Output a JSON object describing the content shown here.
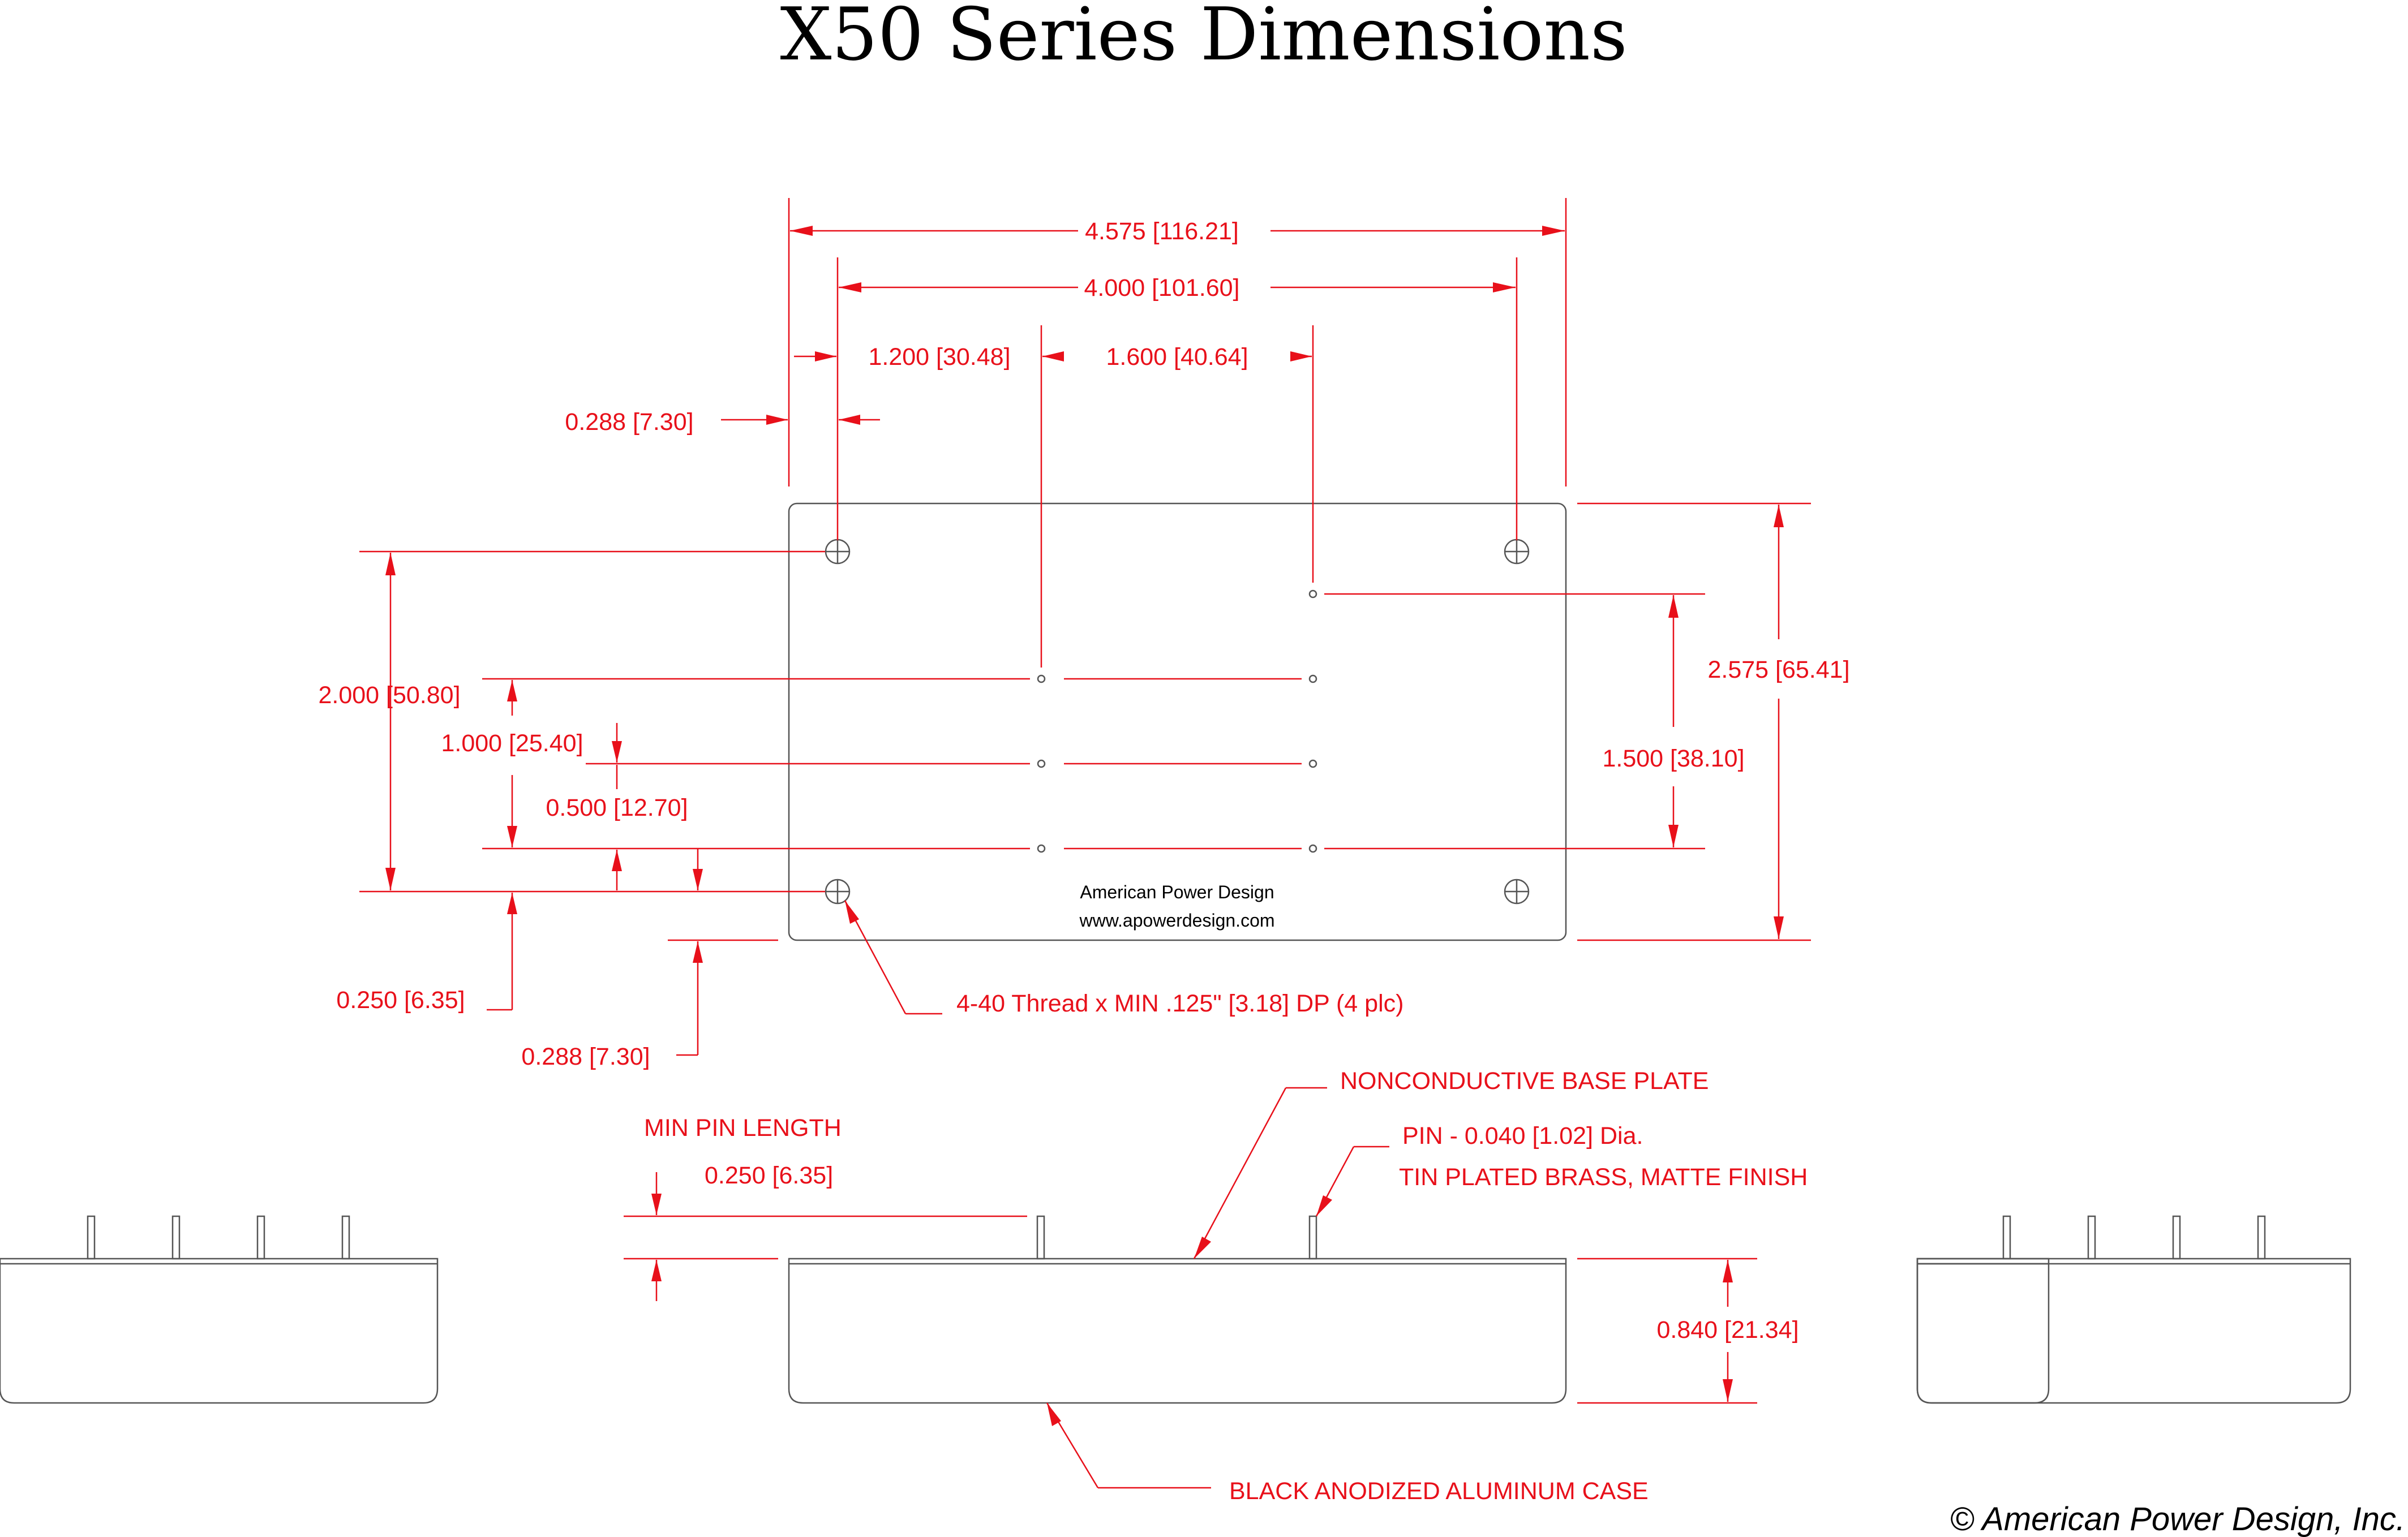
{
  "title": "X50 Series Dimensions",
  "dimensions": {
    "overall_length": "4.575 [116.21]",
    "hole_spacing_length": "4.000 [101.60]",
    "pin_offset_1": "1.200 [30.48]",
    "pin_offset_2": "1.600 [40.64]",
    "hole_edge_offset_x": "0.288 [7.30]",
    "hole_spacing_width": "2.000 [50.80]",
    "pin_row_1": "1.000 [25.40]",
    "pin_row_2": "0.500 [12.70]",
    "pin_base_offset": "0.250 [6.35]",
    "hole_edge_offset_y": "0.288 [7.30]",
    "overall_width": "2.575 [65.41]",
    "pin_span": "1.500 [38.10]",
    "min_pin_length_value": "0.250 [6.35]",
    "height": "0.840 [21.34]"
  },
  "notes": {
    "thread": "4-40 Thread x MIN .125\" [3.18] DP (4 plc)",
    "base_plate": "NONCONDUCTIVE BASE PLATE",
    "min_pin_length": "MIN PIN LENGTH",
    "pin_dia": "PIN -  0.040 [1.02] Dia.",
    "pin_finish": "TIN PLATED BRASS, MATTE FINISH",
    "case": "BLACK ANODIZED ALUMINUM CASE"
  },
  "logo": {
    "company": "American Power Design",
    "website": "www.apowerdesign.com"
  },
  "copyright": "© American Power Design, Inc.",
  "colors": {
    "dimension": "#e8101a",
    "outline": "#555555",
    "text": "#000000",
    "background": "#ffffff"
  }
}
